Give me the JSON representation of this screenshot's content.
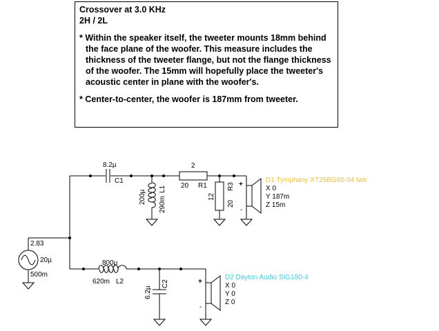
{
  "note": {
    "title": "Crossover at 3.0 KHz",
    "subtitle": "2H / 2L",
    "bullet1": "* Within the speaker itself, the tweeter mounts 18mm behind the face plane of the woofer. This measure includes the thickness of the tweeter flange, but not the flange thickness of the woofer.  The 15mm will hopefully place the tweeter's acoustic center in plane with the woofer's.",
    "bullet2": "* Center-to-center, the woofer is 187mm from tweeter."
  },
  "source": {
    "voltage": "2.83",
    "offset": "20µ",
    "resistance": "500m"
  },
  "components": {
    "c1": {
      "value": "8.2µ",
      "name": "C1"
    },
    "l1": {
      "value": "200µ",
      "resistance": "290m",
      "name": "L1"
    },
    "r1": {
      "value": "2",
      "tolerance": "20",
      "name": "R1"
    },
    "r3": {
      "value": "12",
      "tolerance": "20",
      "name": "R3"
    },
    "l2": {
      "value": "800µ",
      "resistance": "620m",
      "name": "L2"
    },
    "c2": {
      "value": "6.2µ",
      "name": "C2"
    }
  },
  "drivers": {
    "d1": {
      "name": "D1 Tymphany XT25BG60-04 twtr",
      "x": "X 0",
      "y": "Y 187m",
      "z": "Z 15m",
      "color": "#e8c040"
    },
    "d2": {
      "name": "D2 Dayton Audio SIG180-4",
      "x": "X 0",
      "y": "Y 0",
      "z": "Z 0",
      "color": "#40c8d8"
    }
  },
  "symbols": {
    "plus": "+",
    "minus": "-"
  },
  "icons": [
    "ac-source-icon",
    "capacitor-icon",
    "inductor-icon",
    "resistor-icon",
    "ground-icon",
    "speaker-icon"
  ]
}
